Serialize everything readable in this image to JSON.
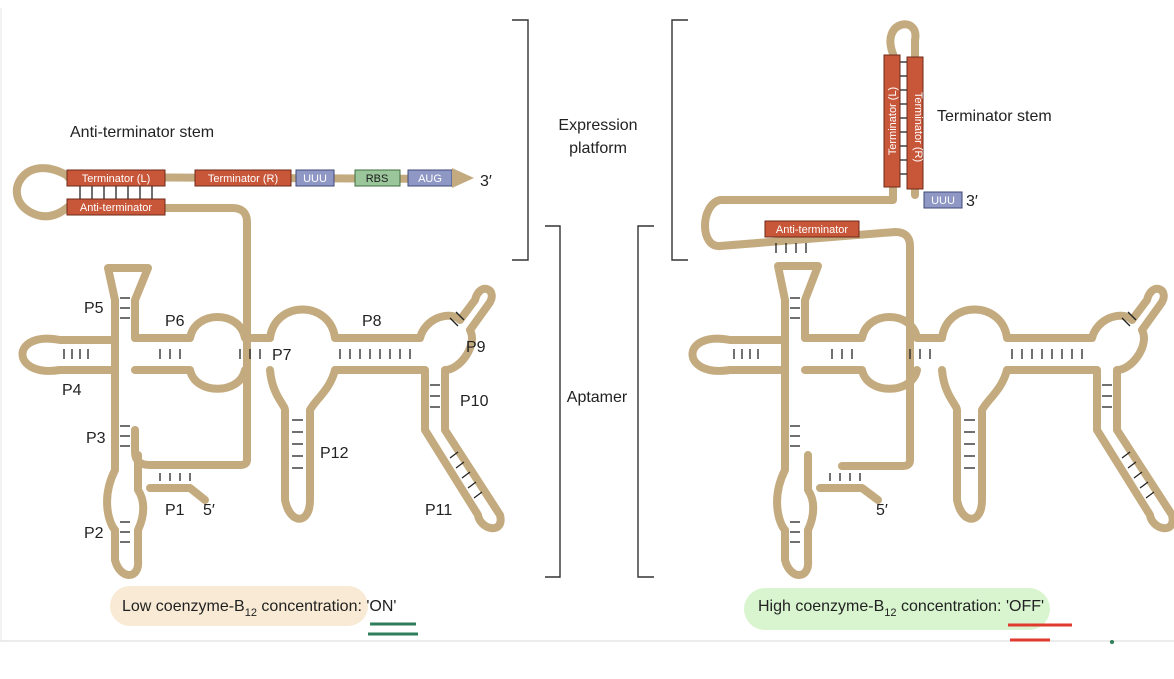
{
  "left_panel": {
    "stem_label": "Anti-terminator stem",
    "terminator_l": "Terminator (L)",
    "terminator_r": "Terminator (R)",
    "anti_terminator": "Anti-terminator",
    "uuu": "UUU",
    "rbs": "RBS",
    "aug": "AUG",
    "three_prime": "3′",
    "five_prime": "5′",
    "helices": {
      "p1": "P1",
      "p2": "P2",
      "p3": "P3",
      "p4": "P4",
      "p5": "P5",
      "p6": "P6",
      "p7": "P7",
      "p8": "P8",
      "p9": "P9",
      "p10": "P10",
      "p11": "P11",
      "p12": "P12"
    },
    "caption_prefix": "Low coenzyme-B",
    "caption_sub": "12",
    "caption_suffix": " concentration: ",
    "caption_state": "'ON'"
  },
  "middle": {
    "expression_line1": "Expression",
    "expression_line2": "platform",
    "aptamer": "Aptamer"
  },
  "right_panel": {
    "stem_label": "Terminator stem",
    "terminator_l": "Terminator (L)",
    "terminator_r": "Terminator (R)",
    "anti_terminator": "Anti-terminator",
    "uuu": "UUU",
    "three_prime": "3′",
    "five_prime": "5′",
    "caption_prefix": "High coenzyme-B",
    "caption_sub": "12",
    "caption_suffix": " concentration: ",
    "caption_state": "'OFF'"
  },
  "colors": {
    "strand": "#c4ab7f",
    "terminator": "#c8573a",
    "uuu_box": "#8f98c4",
    "rbs_box": "#9bc59b",
    "caption_low_bg": "#f8ead4",
    "caption_high_bg": "#d9f5d0",
    "on_underline": "#2e7d5b",
    "off_underline": "#e03a2e"
  }
}
